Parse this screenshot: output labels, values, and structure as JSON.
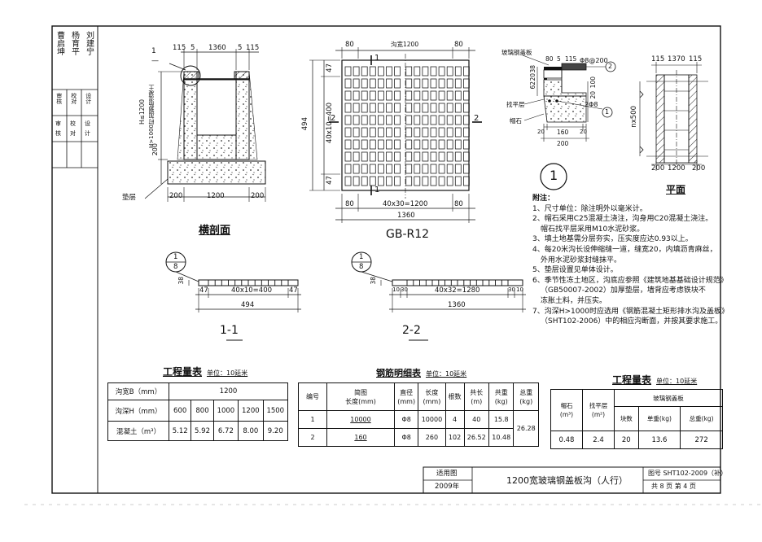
{
  "sign_block": {
    "sig_rows": [
      "审",
      "核",
      "校",
      "对",
      "设",
      "计"
    ],
    "names": [
      "曹启坤",
      "杨育平",
      "刘建宁"
    ],
    "labels": [
      "审核",
      "校对",
      "设计"
    ]
  },
  "section_view": {
    "title": "横剖面",
    "callout_num": "1",
    "callout_sub": "—",
    "dims_top": [
      "115",
      "5",
      "1360",
      "5",
      "115"
    ],
    "dims_bottom": [
      "200",
      "1200",
      "200"
    ],
    "dim_left_1": "H≤1200",
    "dim_left_2": "H>1000时加钢筋混凝土",
    "dim_left_3": "200",
    "cushion_label": "垫层"
  },
  "grating_plan": {
    "title": "GB-R12",
    "top_dims": [
      "80",
      "沟宽1200",
      "80"
    ],
    "bottom_dims": [
      "80",
      "40x30=1200",
      "80"
    ],
    "total": "1360",
    "left_dims": [
      "47",
      "40x10=400",
      "47"
    ],
    "left_total": "494",
    "section_mark_1": "1",
    "section_mark_2": "2"
  },
  "section_1_1": {
    "title": "1-1",
    "callout_num": "1",
    "callout_sub": "8",
    "height": "38",
    "dims": [
      "47",
      "40x10=400",
      "47"
    ],
    "total": "494"
  },
  "section_2_2": {
    "title": "2-2",
    "callout_num": "1",
    "callout_sub": "8",
    "height": "38",
    "dims": [
      "10",
      "30",
      "40x32=1280",
      "30",
      "10"
    ],
    "total": "1360"
  },
  "detail_1": {
    "label_top": "玻璃钢盖板",
    "dims_top": [
      "80",
      "5",
      "115"
    ],
    "rebar_top": "Φ8@200",
    "circle_2": "2",
    "left_dims": [
      "62",
      "20",
      "38"
    ],
    "right_dims": [
      "20",
      "100"
    ],
    "rebar_bottom": "2Φ8",
    "circle_1": "1",
    "label_mortar": "找平层",
    "label_curb": "帽石",
    "bottom_dims": [
      "20",
      "160",
      "20"
    ],
    "bottom_total": "200",
    "detail_num": "1"
  },
  "plan_view": {
    "title": "平面",
    "dims_top": [
      "115",
      "1370",
      "115"
    ],
    "left_label": "nx500",
    "bottom_dims": [
      "200",
      "1200",
      "200"
    ]
  },
  "notes": {
    "heading": "附注：",
    "items": [
      "1、尺寸单位：除注明外以毫米计。",
      "2、帽石采用C25混凝土浇注，沟身用C20混凝土浇注。",
      "   帽石找平层采用M10水泥砂浆。",
      "3、填土地基需分层夯实，压实度应达0.93以上。",
      "4、每20米沟长设伸缩缝一道，缝宽20，内填沥青麻丝，",
      "   外用水泥砂浆封缝抹平。",
      "5、垫层设置见单体设计。",
      "6、季节性冻土地区，沟底应参照《建筑地基基础设计规范》",
      "   （GB50007-2002）加厚垫层，墙背应考虑铁块不",
      "   冻胀土料，并压实。",
      "7、沟深H>1000时应选用《钢筋混凝土矩形排水沟及盖板》",
      "   （SHT102-2006）中的相应沟断面，并按其要求施工。"
    ]
  },
  "qty_table_1": {
    "title": "工程量表",
    "unit": "单位：10延米",
    "row1_label": "沟宽B（mm）",
    "row1_value": "1200",
    "row2_label": "沟深H（mm）",
    "row2_values": [
      "600",
      "800",
      "1000",
      "1200",
      "1500"
    ],
    "row3_label": "混凝土（m³）",
    "row3_values": [
      "5.12",
      "5.92",
      "6.72",
      "8.00",
      "9.20"
    ]
  },
  "rebar_table": {
    "title": "钢筋明细表",
    "unit": "单位：10延米",
    "headers": [
      "编号",
      "简图",
      "直径",
      "长度",
      "根数",
      "共长",
      "共重",
      "总重"
    ],
    "subheaders": [
      "长度(mm)",
      "(mm)",
      "(mm)",
      "(m)",
      "(kg)",
      "(kg)"
    ],
    "rows": [
      [
        "1",
        "10000",
        "Φ8",
        "10000",
        "4",
        "40",
        "15.8"
      ],
      [
        "2",
        "160",
        "Φ8",
        "260",
        "102",
        "26.52",
        "10.48"
      ]
    ],
    "total": "26.28"
  },
  "qty_table_2": {
    "title": "工程量表",
    "unit": "单位：10延米",
    "h_curb": "帽石",
    "h_curb_unit": "(m³)",
    "h_level": "找平层",
    "h_level_unit": "(m²)",
    "h_grate": "玻璃钢盖板",
    "h_sub": [
      "块数",
      "单重(kg)",
      "总重(kg)"
    ],
    "values": [
      "0.48",
      "2.4",
      "20",
      "13.6",
      "272"
    ]
  },
  "title_block": {
    "scope_label": "适用图",
    "year": "2009年",
    "drawing_title": "1200宽玻璃钢盖板沟（人行）",
    "drawing_no": "图号 SHT102-2009（补）",
    "pages": "共 8 页 第 4 页"
  }
}
